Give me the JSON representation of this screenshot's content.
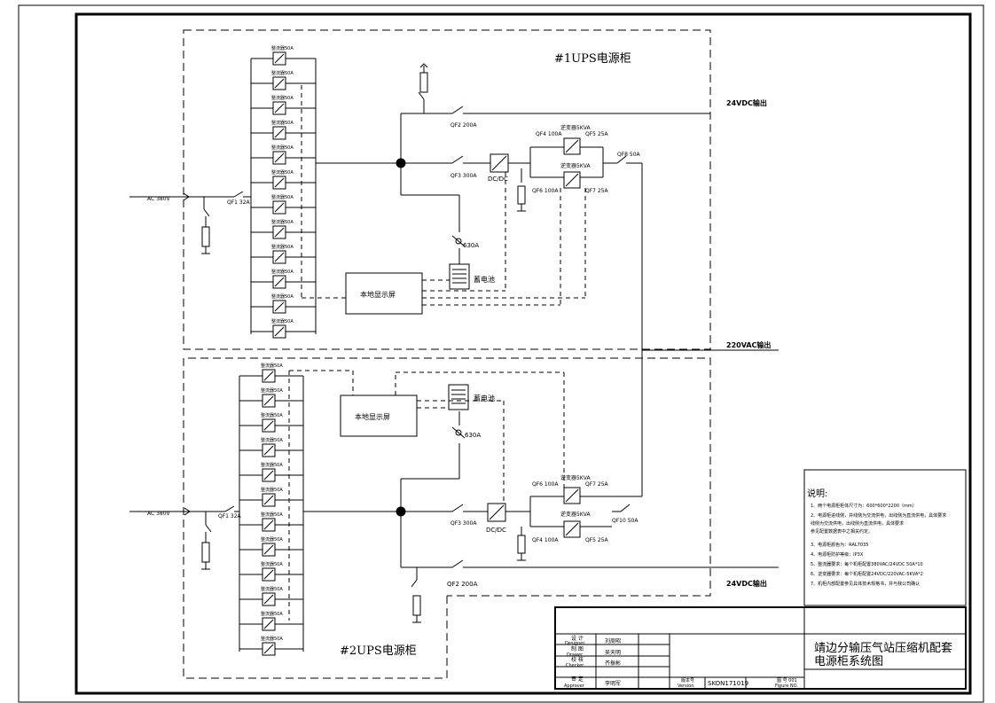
{
  "cabinet1": {
    "title": "#1UPS电源柜",
    "rectifier_count": 12,
    "qf1": "QF1 32A",
    "qf2": "QF2 200A",
    "qf3": "QF3 300A",
    "qf4": "QF4 100A",
    "qf5": "QF5 25A",
    "qf6": "QF6 100A",
    "qf7": "QF7 25A",
    "qf8": "QF8 50A",
    "dcdc": "DC/DC",
    "fuse": "630A",
    "battery": "蓄电池",
    "display": "本地显示屏"
  },
  "cabinet2": {
    "title": "#2UPS电源柜",
    "rectifier_count": 12,
    "qf1": "QF1 32A",
    "qf2": "QF2 200A",
    "qf3": "QF3 300A",
    "qf4": "QF4 100A",
    "qf5": "QF5 25A",
    "qf6": "QF6 100A",
    "qf7": "QF7 25A",
    "qf10": "QF10 50A",
    "dcdc": "DC/DC",
    "fuse": "630A",
    "battery": "蓄电池",
    "display": "本地显示屏"
  },
  "rectifier_label": "整流器50A",
  "inverter_label": "逆变器5KVA",
  "ac_in": "AC 380V",
  "outputs": {
    "dc1": "24VDC输出",
    "ac": "220VAC输出",
    "dc2": "24VDC输出"
  },
  "notes": {
    "heading": "说明:",
    "lines": [
      "1、两个电源柜柜体尺寸为：600*600*2200（mm）",
      "2、电源柜进线侧，并线侧为交流供电，出线侧为直流供电，具体要求",
      "   线侧为交流供电，出线侧为直流供电，具体要求",
      "   参见配置数据表中之相关约定。",
      "3、电源柜颜色为：RAL7035",
      "4、电源柜防护等级：IP3X",
      "5、整流器要求：每个机柜配置380VAC/24VDC 50A*10",
      "6、逆变器要求：每个机柜配置24VDC/220VAC-5KVA*2",
      "7、机柜内部配置参见具体技术规格书，并与我公司确认"
    ]
  },
  "title_block": {
    "project": "靖边分输压气站压缩机配套",
    "drawing": "电源柜系统图",
    "roles": [
      {
        "cn": "设 计",
        "en": "Designer",
        "name": "刘周昭"
      },
      {
        "cn": "制 图",
        "en": "Drawer",
        "name": "吴天明"
      },
      {
        "cn": "校 核",
        "en": "Checker",
        "name": "齐振彬"
      },
      {
        "cn": "审 定",
        "en": "Approver",
        "name": "李明军"
      }
    ],
    "version_cn": "版本号",
    "version_en": "Version",
    "version": "SKON171019",
    "figure_cn": "图 号 001",
    "figure_en": "Figure NO."
  }
}
